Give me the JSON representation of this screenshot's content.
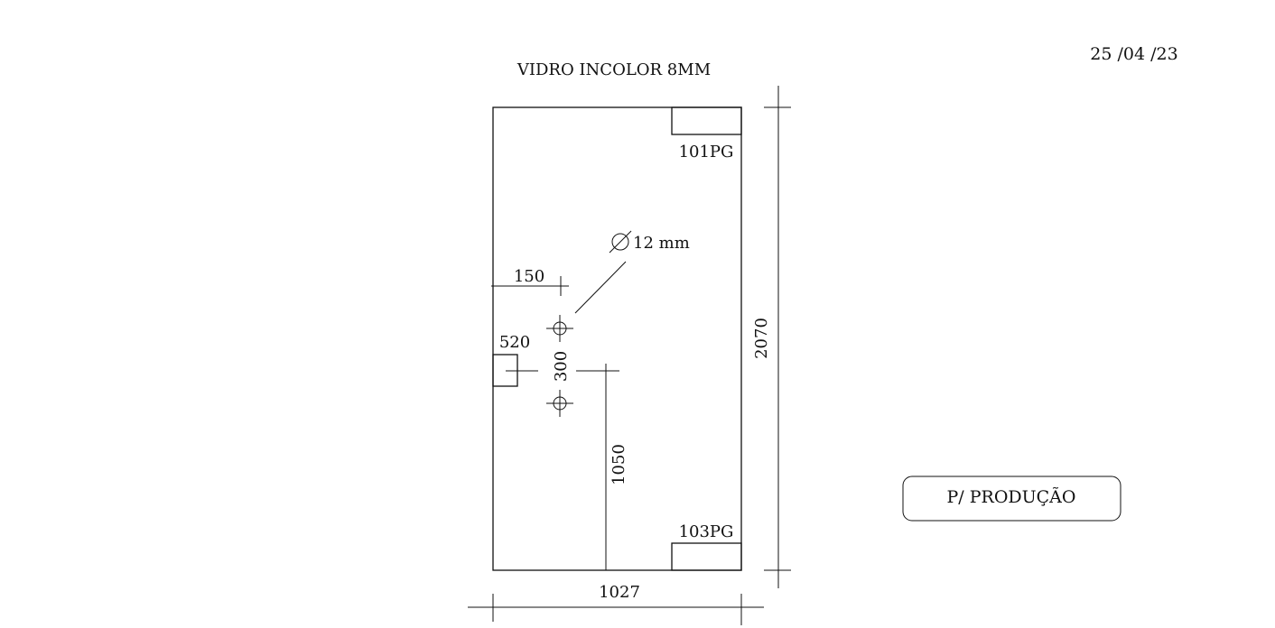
{
  "date": "25 /04 /23",
  "title": "VIDRO INCOLOR 8MM",
  "material": "VIDRO INCOLOR",
  "thickness_label": "8MM",
  "hardware": {
    "top_right": "101PG",
    "bottom_right": "103PG"
  },
  "hole": {
    "diameter_label": "12 mm",
    "diameter_symbol": "⌀"
  },
  "dimensions": {
    "width": "1027",
    "height": "2070",
    "hole_offset_from_left": "150",
    "notch": "520",
    "hole_spacing": "300",
    "hole_height_from_bottom": "1050"
  },
  "stamp": "P/ PRODUÇÃO",
  "colors": {
    "ink": "#111111",
    "background": "#ffffff"
  }
}
